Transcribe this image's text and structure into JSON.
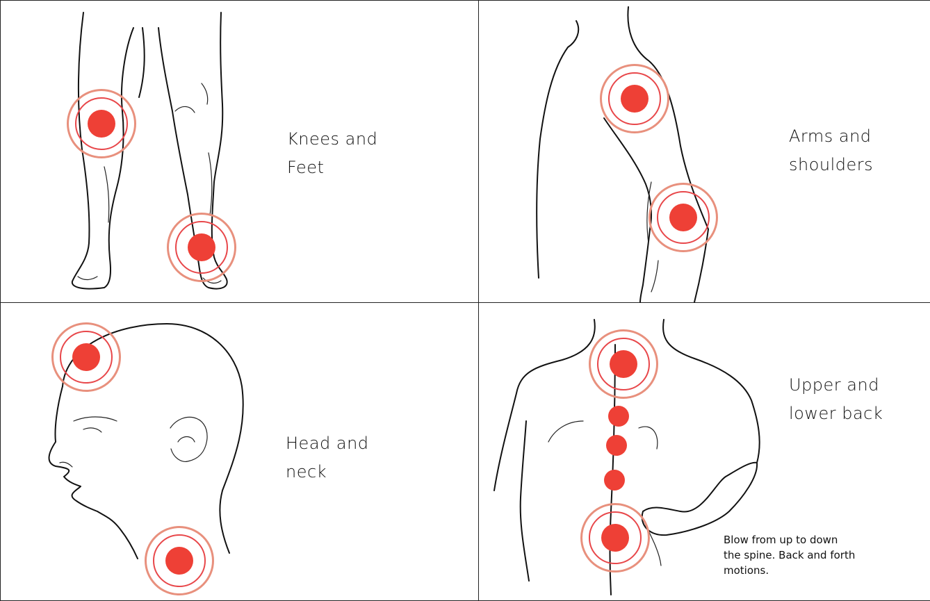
{
  "colors": {
    "marker_core": "#ee4036",
    "marker_ring_outer": "#e8907d",
    "marker_ring_inner": "#e8474a",
    "line": "#111111",
    "background": "#ffffff"
  },
  "panels": [
    {
      "id": "knees-feet",
      "label_lines": [
        "Knees and",
        "Feet"
      ],
      "illustration": "legs-icon"
    },
    {
      "id": "arms-shoulders",
      "label_lines": [
        "Arms and",
        "shoulders"
      ],
      "illustration": "arm-icon"
    },
    {
      "id": "head-neck",
      "label_lines": [
        "Head and",
        "neck"
      ],
      "illustration": "head-profile-icon"
    },
    {
      "id": "upper-lower-back",
      "label_lines": [
        "Upper and",
        "lower back"
      ],
      "illustration": "back-torso-icon",
      "note_lines": [
        "Blow from up to down",
        "the spine. Back and forth",
        "motions."
      ]
    }
  ]
}
